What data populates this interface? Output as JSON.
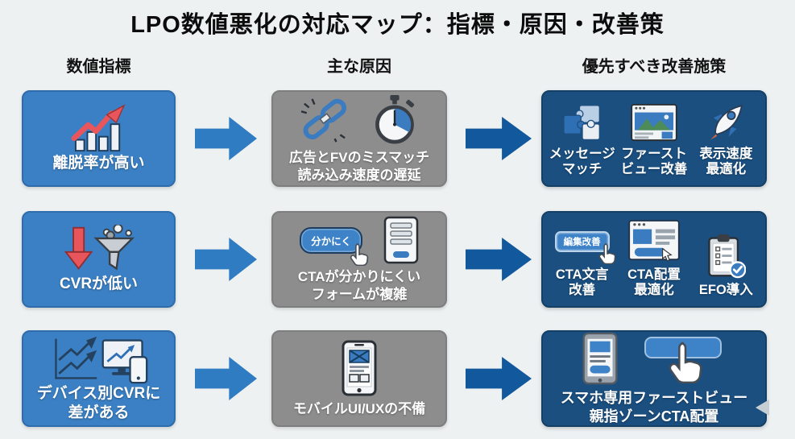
{
  "title": "LPO数値悪化の対応マップ：指標・原因・改善策",
  "column_headers": {
    "metrics": "数値指標",
    "causes": "主な原因",
    "actions": "優先すべき改善施策"
  },
  "rows": [
    {
      "metric": {
        "icon": "bar-chart-rising-arrow",
        "lines": [
          "離脱率が高い"
        ]
      },
      "cause": {
        "icons": [
          "broken-link",
          "stopwatch"
        ],
        "lines": [
          "広告とFVのミスマッチ",
          "読み込み速度の遅延"
        ]
      },
      "actions": [
        {
          "icon": "puzzle-pieces",
          "lines": [
            "メッセージ",
            "マッチ"
          ]
        },
        {
          "icon": "browser-image",
          "lines": [
            "ファースト",
            "ビュー改善"
          ]
        },
        {
          "icon": "rocket",
          "lines": [
            "表示速度",
            "最適化"
          ]
        }
      ]
    },
    {
      "metric": {
        "icon": "down-arrow-funnel",
        "lines": [
          "CVRが低い"
        ]
      },
      "cause": {
        "icons": [
          "cta-button-cursor",
          "form-fields"
        ],
        "button_label": "分かにく",
        "lines": [
          "CTAが分かりにくい",
          "フォームが複雑"
        ]
      },
      "actions": [
        {
          "icon": "edit-button-cursor",
          "button_label": "編集改善",
          "lines": [
            "CTA文言",
            "改善"
          ]
        },
        {
          "icon": "browser-cta-cursor",
          "lines": [
            "CTA配置",
            "最適化"
          ]
        },
        {
          "icon": "clipboard-check",
          "lines": [
            "EFO導入"
          ]
        }
      ]
    },
    {
      "metric": {
        "icon": "device-charts",
        "lines": [
          "デバイス別CVRに",
          "差がある"
        ]
      },
      "cause": {
        "icons": [
          "mobile-wireframe"
        ],
        "lines": [
          "モバイルUI/UXの不備"
        ]
      },
      "actions_combined": {
        "icons": [
          "smartphone-layout",
          "thumb-tap-button"
        ],
        "lines": [
          "スマホ専用ファーストビュー",
          "親指ゾーンCTA配置"
        ]
      }
    }
  ],
  "colors": {
    "background": "#edf1f2",
    "metric_box_blue": "#3b80c4",
    "cause_box_gray": "#8d8d8d",
    "action_box_dark_blue": "#1a4f80",
    "arrow_primary_blue": "#2f7cc2",
    "arrow_secondary_blue": "#11589c",
    "alert_red": "#e8565c",
    "text_on_box": "#ffffff",
    "title_text": "#0c0c0c"
  }
}
